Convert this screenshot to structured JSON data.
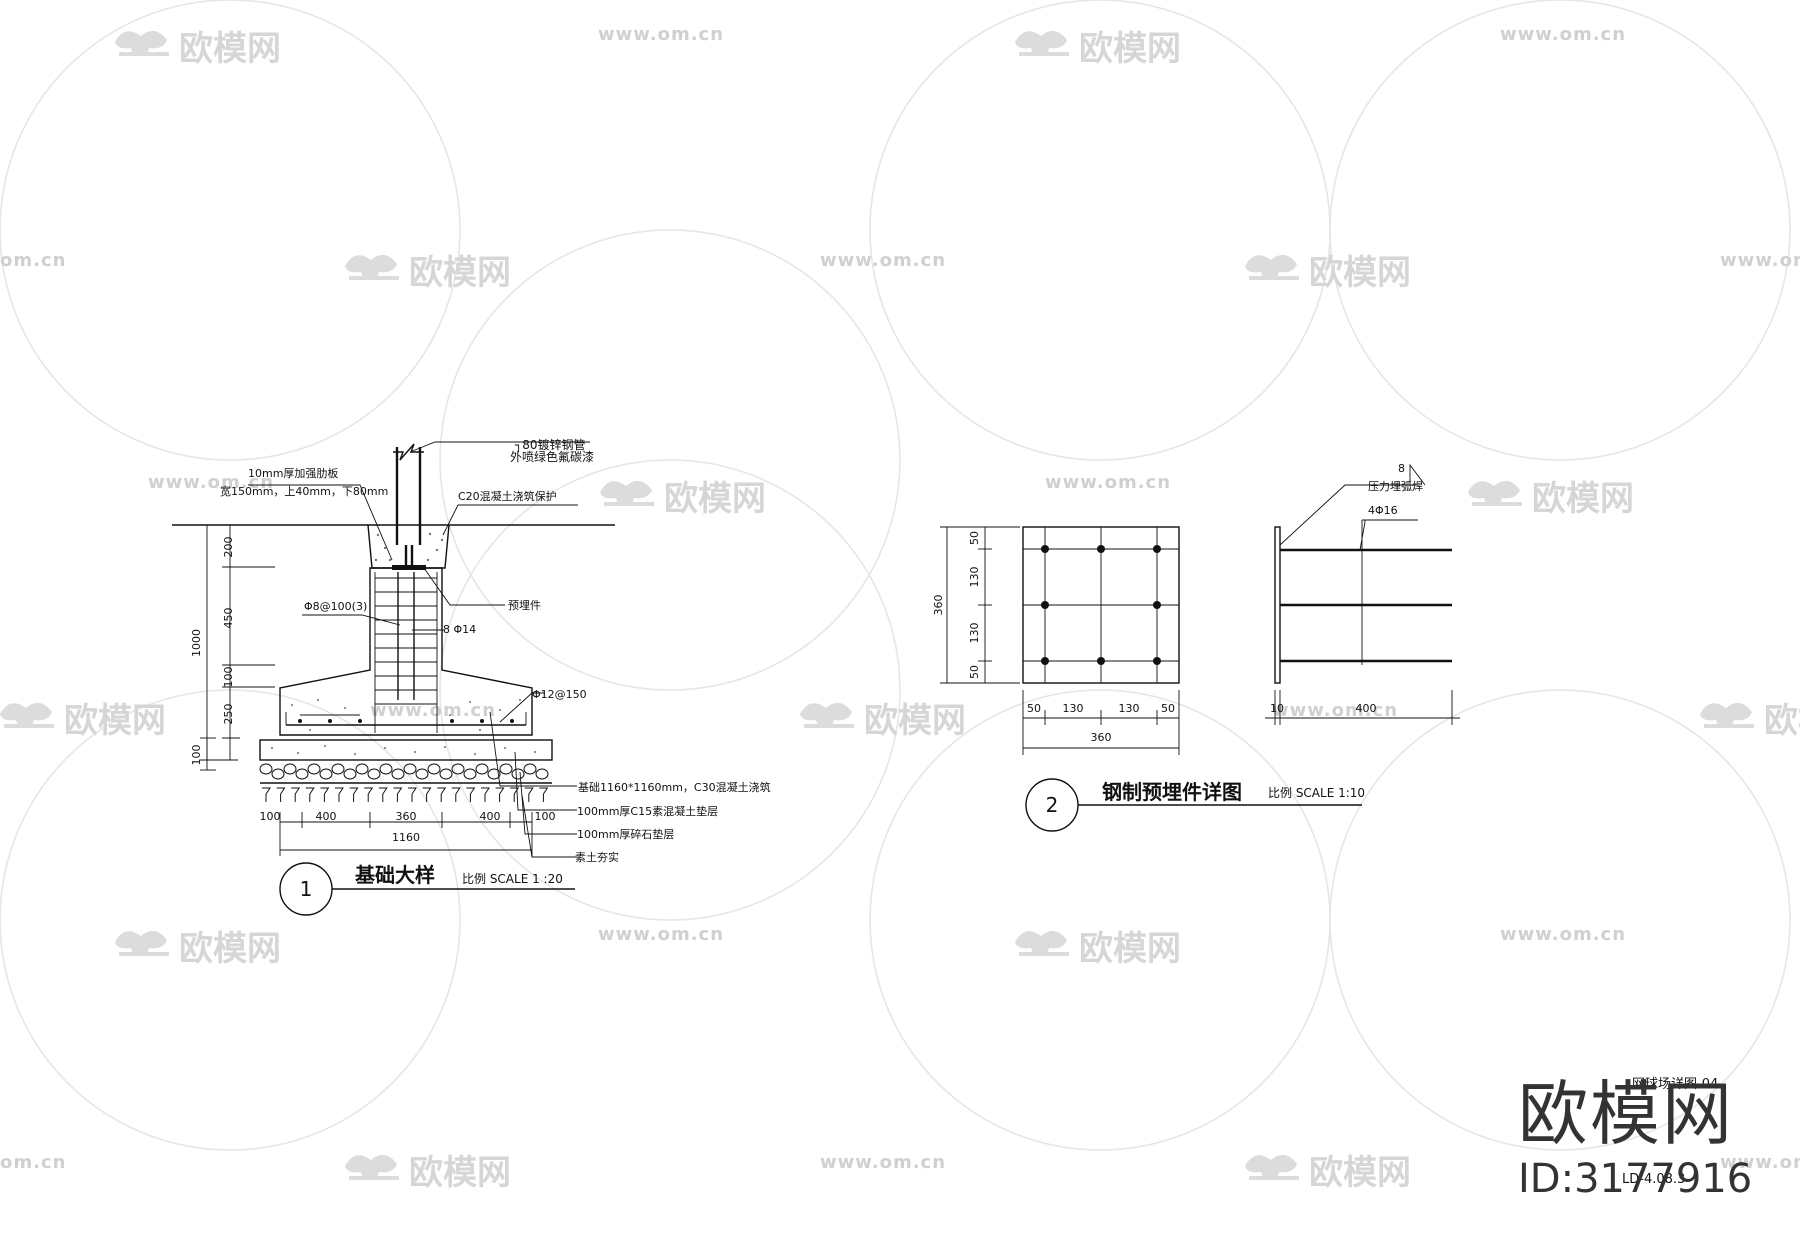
{
  "watermark": {
    "brand": "欧模网",
    "url": "www.om.cn",
    "url_short": "om.cn"
  },
  "detail1": {
    "number": "1",
    "title": "基础大样",
    "scale": "比例 SCALE 1 :20",
    "callouts": {
      "pipe_line1": "┐80镀锌钢管",
      "pipe_line2": "外喷绿色氟碳漆",
      "rib_line1": "10mm厚加强肋板",
      "rib_line2": "宽150mm，上40mm，下80mm",
      "c20": "C20混凝土浇筑保护",
      "embed": "预埋件",
      "stirrup": "Φ8@100(3)",
      "bar14": "8 Φ14",
      "bar12": "Φ12@150",
      "base": "基础1160*1160mm，C30混凝土浇筑",
      "c15": "100mm厚C15素混凝土垫层",
      "gravel": "100mm厚碎石垫层",
      "soil": "素土夯实"
    },
    "dims_left": [
      "1000",
      "200",
      "450",
      "100",
      "250",
      "100"
    ],
    "dims_bottom": [
      "100",
      "400",
      "360",
      "400",
      "100"
    ],
    "dim_total": "1160"
  },
  "detail2": {
    "number": "2",
    "title": "钢制预埋件详图",
    "scale": "比例 SCALE 1:10",
    "dims_left_total": "360",
    "dims_left": [
      "50",
      "130",
      "130",
      "50"
    ],
    "dims_bottom": [
      "50",
      "130",
      "130",
      "50"
    ],
    "dim_bottom_total": "360",
    "weld_size": "8",
    "weld_text": "压力埋弧焊",
    "bar_text": "4Φ16",
    "side_dims": [
      "10",
      "400"
    ]
  },
  "footer": {
    "sheet_fragment": "网球场详图-04",
    "drawing_code": "LD-4.08.3",
    "brand_large": "欧模网",
    "id_text": "ID:3177916"
  }
}
